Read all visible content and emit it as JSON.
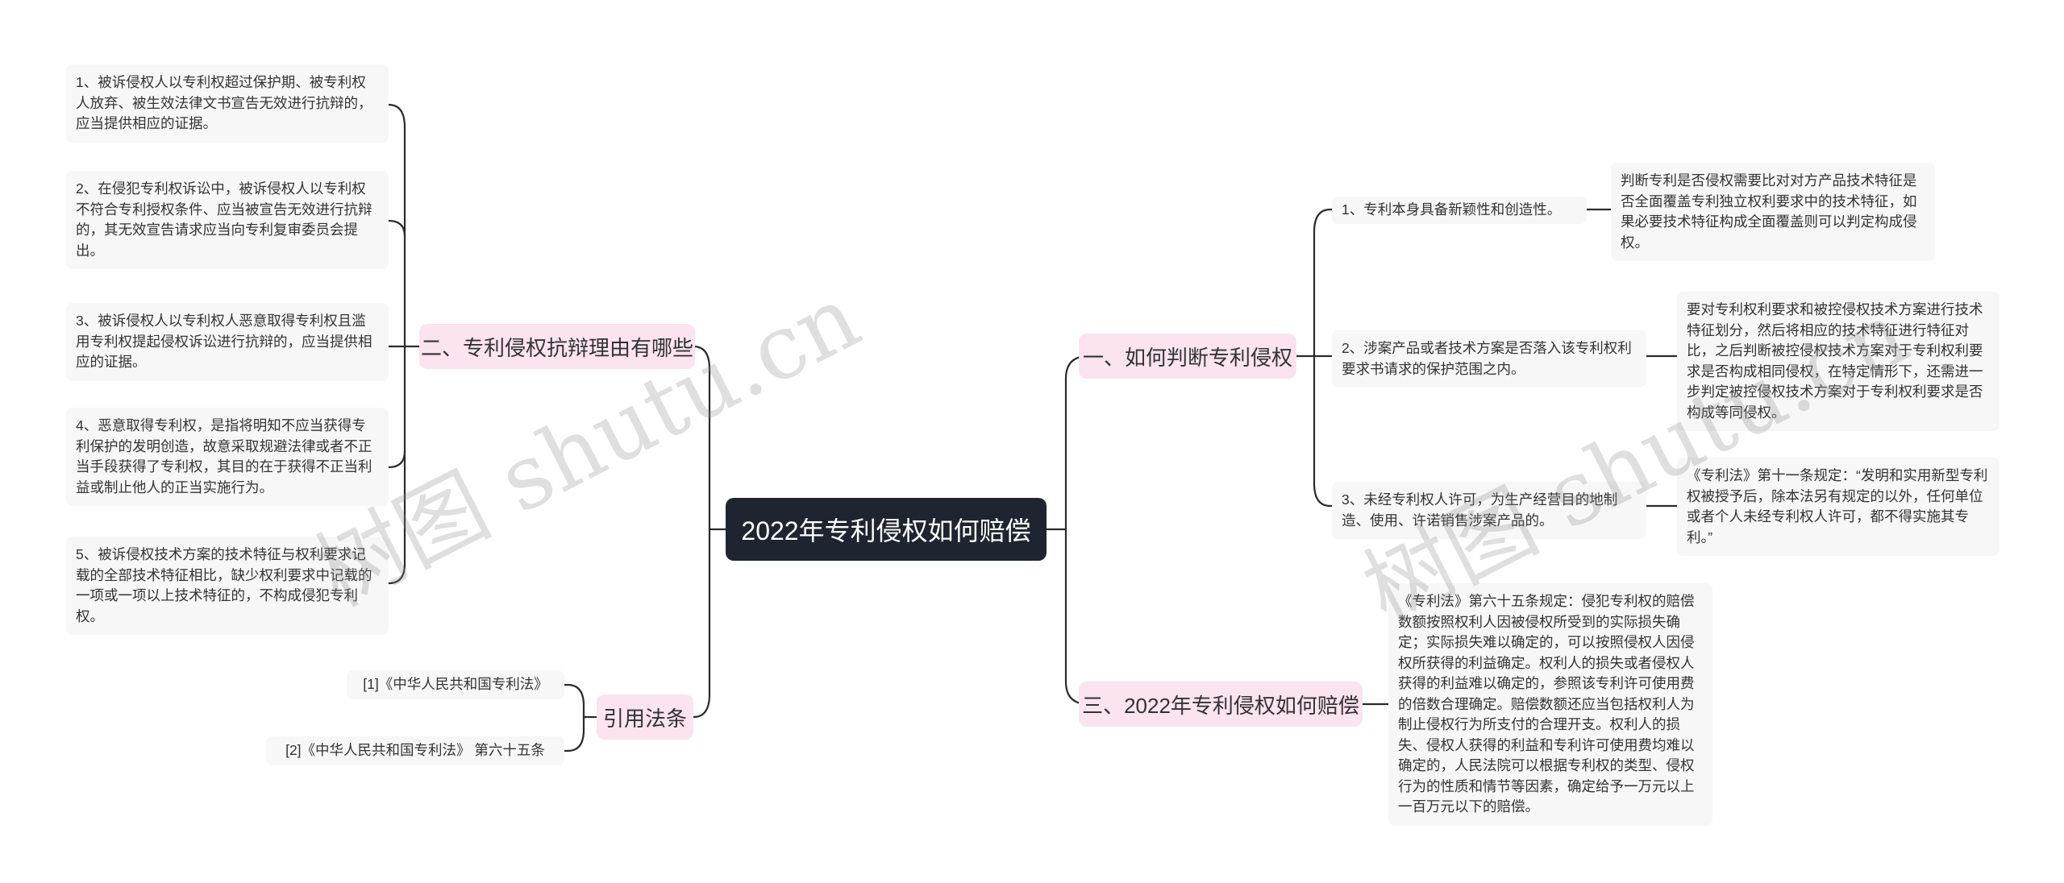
{
  "root": {
    "title": "2022年专利侵权如何赔偿"
  },
  "branches": {
    "judge": {
      "label": "一、如何判断专利侵权",
      "items": [
        {
          "text": "1、专利本身具备新颖性和创造性。",
          "detail": "判断专利是否侵权需要比对对方产品技术特征是否全面覆盖专利独立权利要求中的技术特征，如果必要技术特征构成全面覆盖则可以判定构成侵权。"
        },
        {
          "text": "2、涉案产品或者技术方案是否落入该专利权利要求书请求的保护范围之内。",
          "detail": "要对专利权利要求和被控侵权技术方案进行技术特征划分，然后将相应的技术特征进行特征对比，之后判断被控侵权技术方案对于专利权利要求是否构成相同侵权，在特定情形下，还需进一步判定被控侵权技术方案对于专利权利要求是否构成等同侵权。"
        },
        {
          "text": "3、未经专利权人许可，为生产经营目的地制造、使用、许诺销售涉案产品的。",
          "detail": "《专利法》第十一条规定：“发明和实用新型专利权被授予后，除本法另有规定的以外，任何单位或者个人未经专利权人许可，都不得实施其专利。”"
        }
      ]
    },
    "compensation": {
      "label": "三、2022年专利侵权如何赔偿",
      "detail": "《专利法》第六十五条规定：侵犯专利权的赔偿数额按照权利人因被侵权所受到的实际损失确定；实际损失难以确定的，可以按照侵权人因侵权所获得的利益确定。权利人的损失或者侵权人获得的利益难以确定的，参照该专利许可使用费的倍数合理确定。赔偿数额还应当包括权利人为制止侵权行为所支付的合理开支。权利人的损失、侵权人获得的利益和专利许可使用费均难以确定的，人民法院可以根据专利权的类型、侵权行为的性质和情节等因素，确定给予一万元以上一百万元以下的赔偿。"
    },
    "defense": {
      "label": "二、专利侵权抗辩理由有哪些",
      "items": [
        "1、被诉侵权人以专利权超过保护期、被专利权人放弃、被生效法律文书宣告无效进行抗辩的，应当提供相应的证据。",
        "2、在侵犯专利权诉讼中，被诉侵权人以专利权不符合专利授权条件、应当被宣告无效进行抗辩的，其无效宣告请求应当向专利复审委员会提出。",
        "3、被诉侵权人以专利权人恶意取得专利权且滥用专利权提起侵权诉讼进行抗辩的，应当提供相应的证据。",
        "4、恶意取得专利权，是指将明知不应当获得专利保护的发明创造，故意采取规避法律或者不正当手段获得了专利权，其目的在于获得不正当利益或制止他人的正当实施行为。",
        "5、被诉侵权技术方案的技术特征与权利要求记载的全部技术特征相比，缺少权利要求中记载的一项或一项以上技术特征的，不构成侵犯专利权。"
      ]
    },
    "references": {
      "label": "引用法条",
      "items": [
        "[1]《中华人民共和国专利法》",
        "[2]《中华人民共和国专利法》 第六十五条"
      ]
    }
  },
  "watermark": {
    "left": "树图 shutu.cn",
    "right": "树图 shutu.cn"
  },
  "colors": {
    "root_bg": "#1f2530",
    "branch_bg": "#fbe3f0",
    "leaf_bg": "#f7f7f7",
    "line": "#2b2b2b"
  }
}
